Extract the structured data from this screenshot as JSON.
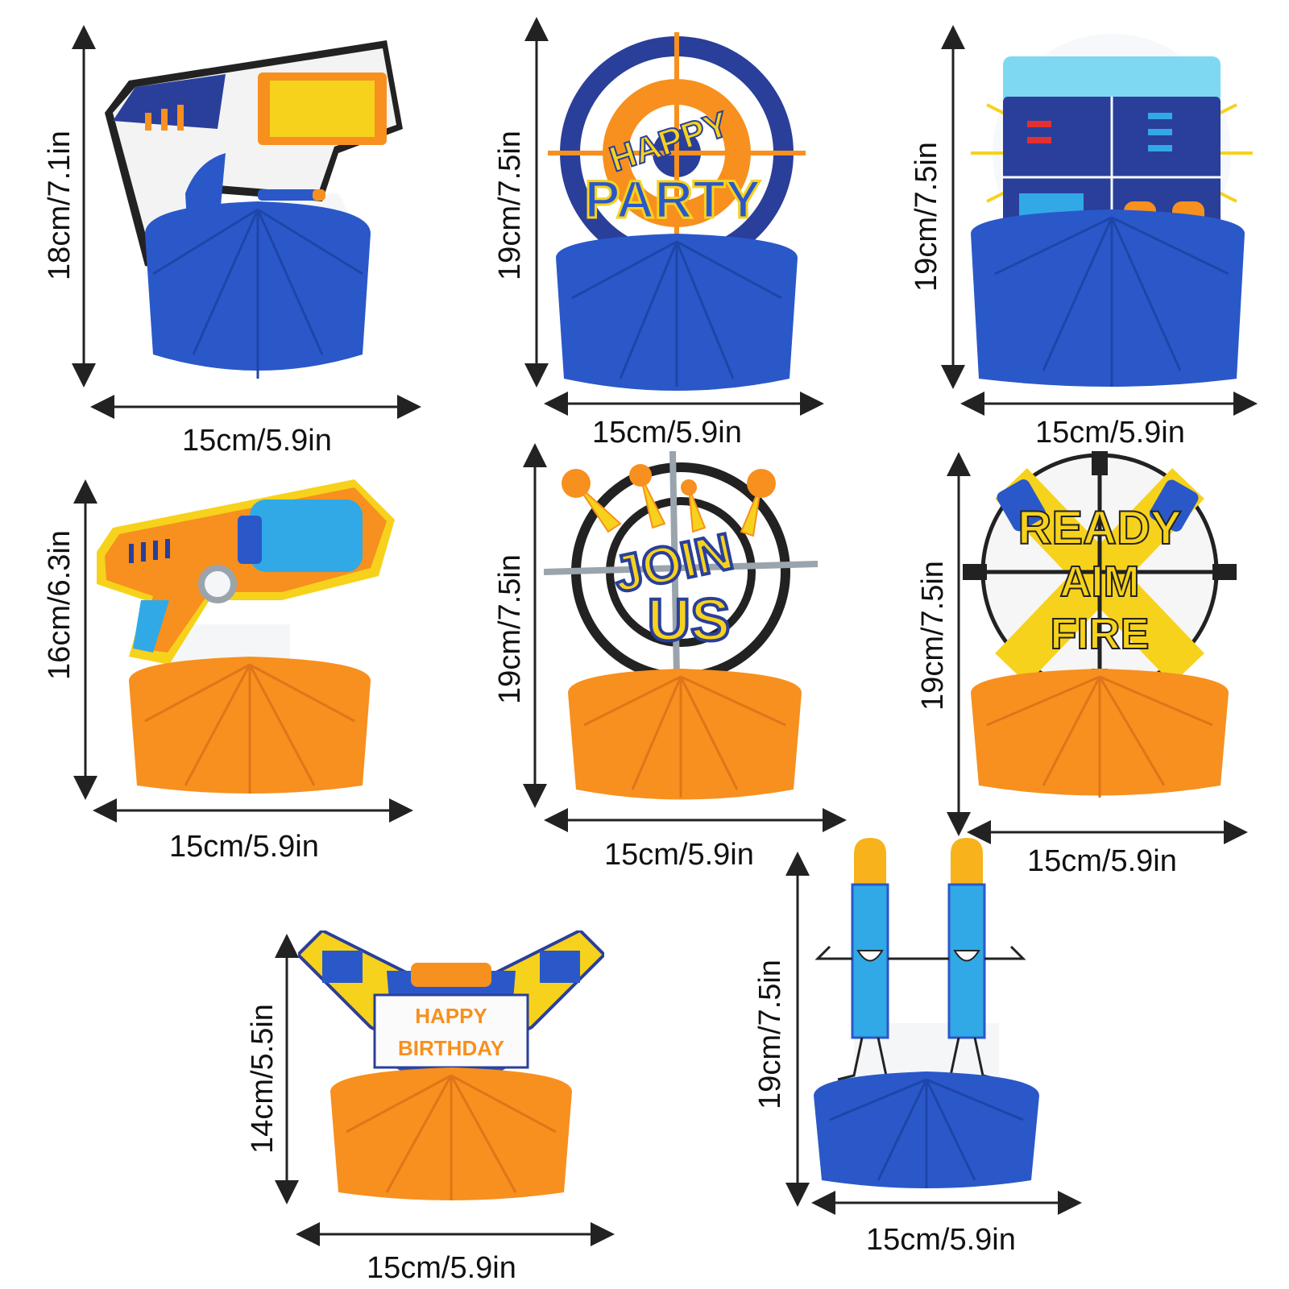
{
  "colors": {
    "blue": "#2a58c9",
    "dark_blue": "#2a3f9a",
    "orange": "#f7901e",
    "yellow": "#f7d21c",
    "light_blue": "#31a9e6",
    "gray": "#9aa4ad",
    "black": "#222222"
  },
  "items": [
    {
      "name": "blaster-white",
      "width_label": "15cm/5.9in",
      "height_label": "18cm/7.1in",
      "base": "blue"
    },
    {
      "name": "target-happy-party",
      "width_label": "15cm/5.9in",
      "height_label": "19cm/7.5in",
      "base": "blue",
      "text": [
        "HAPPY",
        "PARTY"
      ]
    },
    {
      "name": "vest",
      "width_label": "15cm/5.9in",
      "height_label": "19cm/7.5in",
      "base": "blue"
    },
    {
      "name": "blaster-orange",
      "width_label": "15cm/5.9in",
      "height_label": "16cm/6.3in",
      "base": "orange"
    },
    {
      "name": "target-join-us",
      "width_label": "15cm/5.9in",
      "height_label": "19cm/7.5in",
      "base": "orange",
      "text": [
        "JOIN",
        "US"
      ]
    },
    {
      "name": "crosshair-ready-aim-fire",
      "width_label": "15cm/5.9in",
      "height_label": "19cm/7.5in",
      "base": "orange",
      "text": [
        "READY",
        "AIM",
        "FIRE"
      ]
    },
    {
      "name": "blasters-happy-birthday",
      "width_label": "15cm/5.9in",
      "height_label": "14cm/5.5in",
      "base": "orange",
      "text": [
        "HAPPY",
        "BIRTHDAY"
      ]
    },
    {
      "name": "darts-characters",
      "width_label": "15cm/5.9in",
      "height_label": "19cm/7.5in",
      "base": "blue"
    }
  ]
}
